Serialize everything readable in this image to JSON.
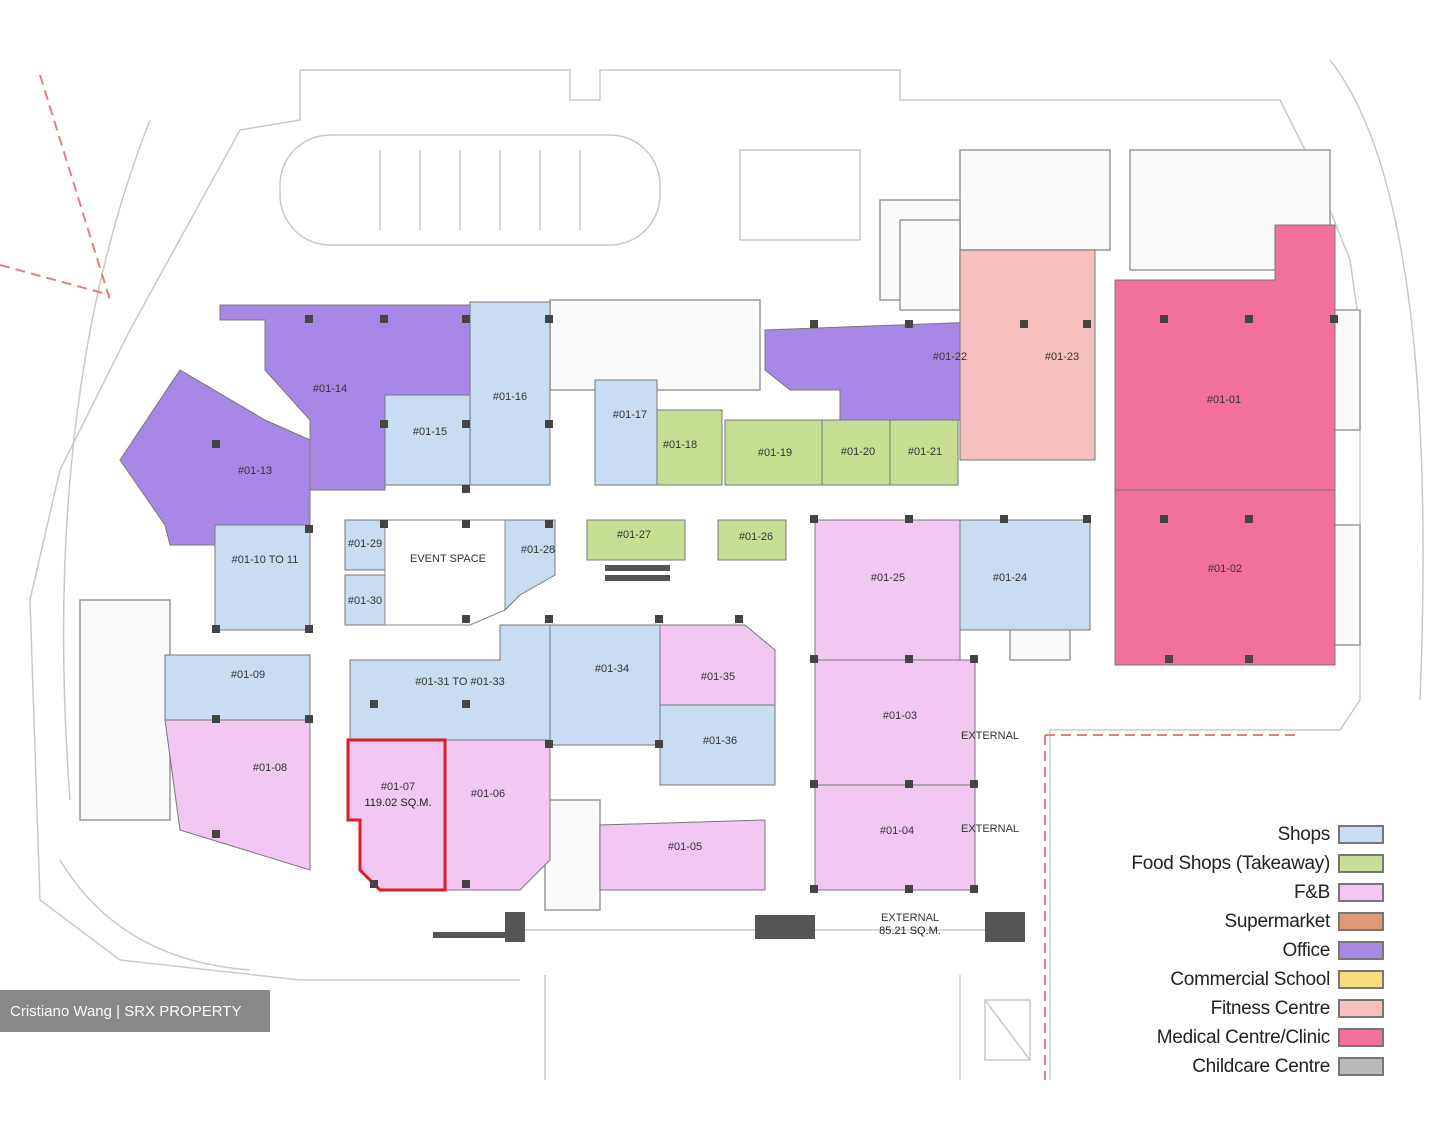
{
  "colors": {
    "shops": "#c9dcf2",
    "takeaway": "#c6df94",
    "fnb": "#f2c7f2",
    "supermarket": "#dc9a78",
    "office": "#a888e6",
    "school": "#f6df7a",
    "fitness": "#f6c0c0",
    "medical": "#f2709e",
    "childcare": "#b9b9b9",
    "highlight": "#d81e28",
    "line": "#b8b8b8"
  },
  "units": {
    "u01_01": "#01-01",
    "u01_02": "#01-02",
    "u01_03": "#01-03",
    "u01_04": "#01-04",
    "u01_05": "#01-05",
    "u01_06": "#01-06",
    "u01_07": "#01-07",
    "u01_07_area": "119.02 SQ.M.",
    "u01_08": "#01-08",
    "u01_09": "#01-09",
    "u01_10_11": "#01-10 TO 11",
    "u01_13": "#01-13",
    "u01_14": "#01-14",
    "u01_15": "#01-15",
    "u01_16": "#01-16",
    "u01_17": "#01-17",
    "u01_18": "#01-18",
    "u01_19": "#01-19",
    "u01_20": "#01-20",
    "u01_21": "#01-21",
    "u01_22": "#01-22",
    "u01_23": "#01-23",
    "u01_24": "#01-24",
    "u01_25": "#01-25",
    "u01_26": "#01-26",
    "u01_27": "#01-27",
    "u01_28": "#01-28",
    "u01_29": "#01-29",
    "u01_30": "#01-30",
    "u01_31_33": "#01-31 TO #01-33",
    "u01_34": "#01-34",
    "u01_35": "#01-35",
    "u01_36": "#01-36"
  },
  "labels": {
    "event_space": "EVENT SPACE",
    "external_1": "EXTERNAL",
    "external_2": "EXTERNAL",
    "external_3": "EXTERNAL",
    "external_3_area": "85.21 SQ.M."
  },
  "legend": [
    {
      "label": "Shops",
      "color": "#c9dcf2"
    },
    {
      "label": "Food Shops (Takeaway)",
      "color": "#c6df94"
    },
    {
      "label": "F&B",
      "color": "#f2c7f2"
    },
    {
      "label": "Supermarket",
      "color": "#dc9a78"
    },
    {
      "label": "Office",
      "color": "#a888e6"
    },
    {
      "label": "Commercial School",
      "color": "#f6df7a"
    },
    {
      "label": "Fitness Centre",
      "color": "#f6c0c0"
    },
    {
      "label": "Medical Centre/Clinic",
      "color": "#f2709e"
    },
    {
      "label": "Childcare Centre",
      "color": "#b9b9b9"
    }
  ],
  "watermark": "Cristiano Wang | SRX PROPERTY"
}
